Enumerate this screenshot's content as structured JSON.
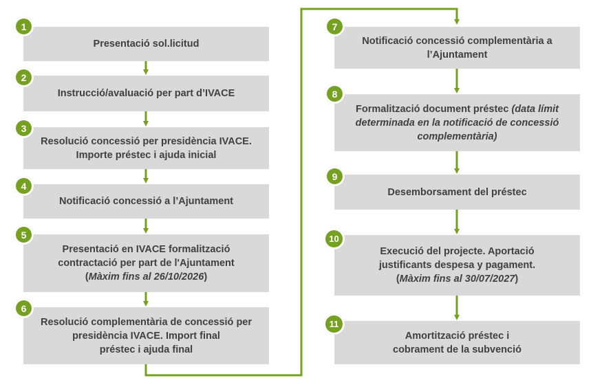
{
  "accent_color": "#76a021",
  "box_color": "#d9d9d9",
  "steps": [
    {
      "num": "1",
      "line1": "Presentació sol.licitud"
    },
    {
      "num": "2",
      "line1": "Instrucció/avaluació per part d’IVACE"
    },
    {
      "num": "3",
      "line1": "Resolució concessió per presidència IVACE.",
      "line2": "Importe préstec i ajuda inicial"
    },
    {
      "num": "4",
      "line1": "Notificació concessió a l’Ajuntament"
    },
    {
      "num": "5",
      "line1": "Presentació en IVACE formalització",
      "line2": "contractació per part de l'Ajuntament",
      "paren_open": "(",
      "italic": "Màxim fins al 26/10/2026",
      "paren_close": ")"
    },
    {
      "num": "6",
      "line1": "Resolució complementària de concessió per",
      "line2": "presidència IVACE. Import final",
      "line3": "préstec i ajuda final"
    },
    {
      "num": "7",
      "line1": "Notificació concessió complementària a",
      "line2": "l’Ajuntament"
    },
    {
      "num": "8",
      "line1": "Formalització document préstec ",
      "italic": "(data límit determinada en la notificació de concessió complementària)"
    },
    {
      "num": "9",
      "line1": "Desemborsament del préstec"
    },
    {
      "num": "10",
      "line1": "Execució del projecte. Aportació",
      "line2": "justificants despesa y pagament.",
      "paren_open": "(",
      "italic": "Màxim fins al 30/07/2027",
      "paren_close": ")"
    },
    {
      "num": "11",
      "line1": "Amortització préstec i",
      "line2": "cobrament de la subvenció"
    }
  ]
}
